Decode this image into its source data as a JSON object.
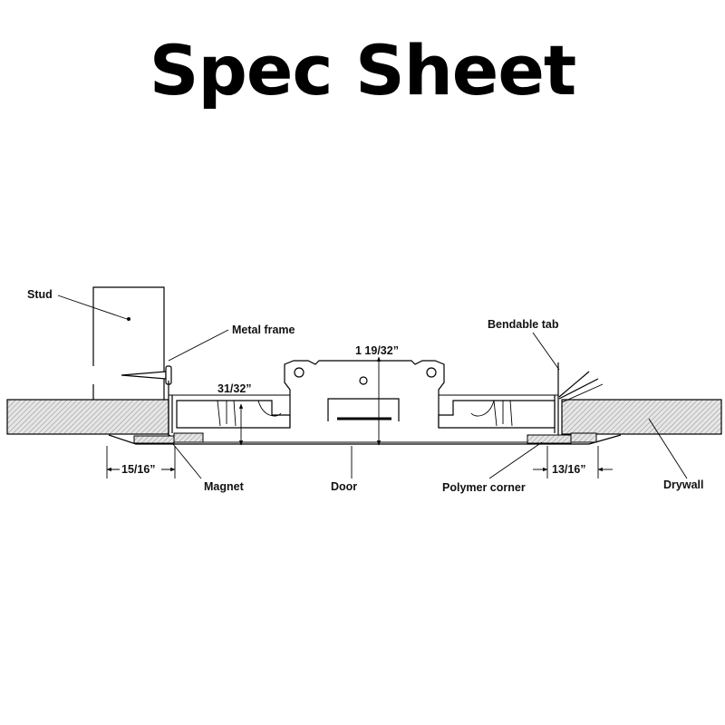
{
  "title": "Spec Sheet",
  "labels": {
    "stud": "Stud",
    "metal_frame": "Metal frame",
    "bendable_tab": "Bendable tab",
    "magnet": "Magnet",
    "door": "Door",
    "polymer_corner": "Polymer corner",
    "drywall": "Drywall"
  },
  "dimensions": {
    "overall_depth": "1 19/32”",
    "frame_depth": "31/32”",
    "left_overlap": "15/16”",
    "right_overlap": "13/16”"
  }
}
